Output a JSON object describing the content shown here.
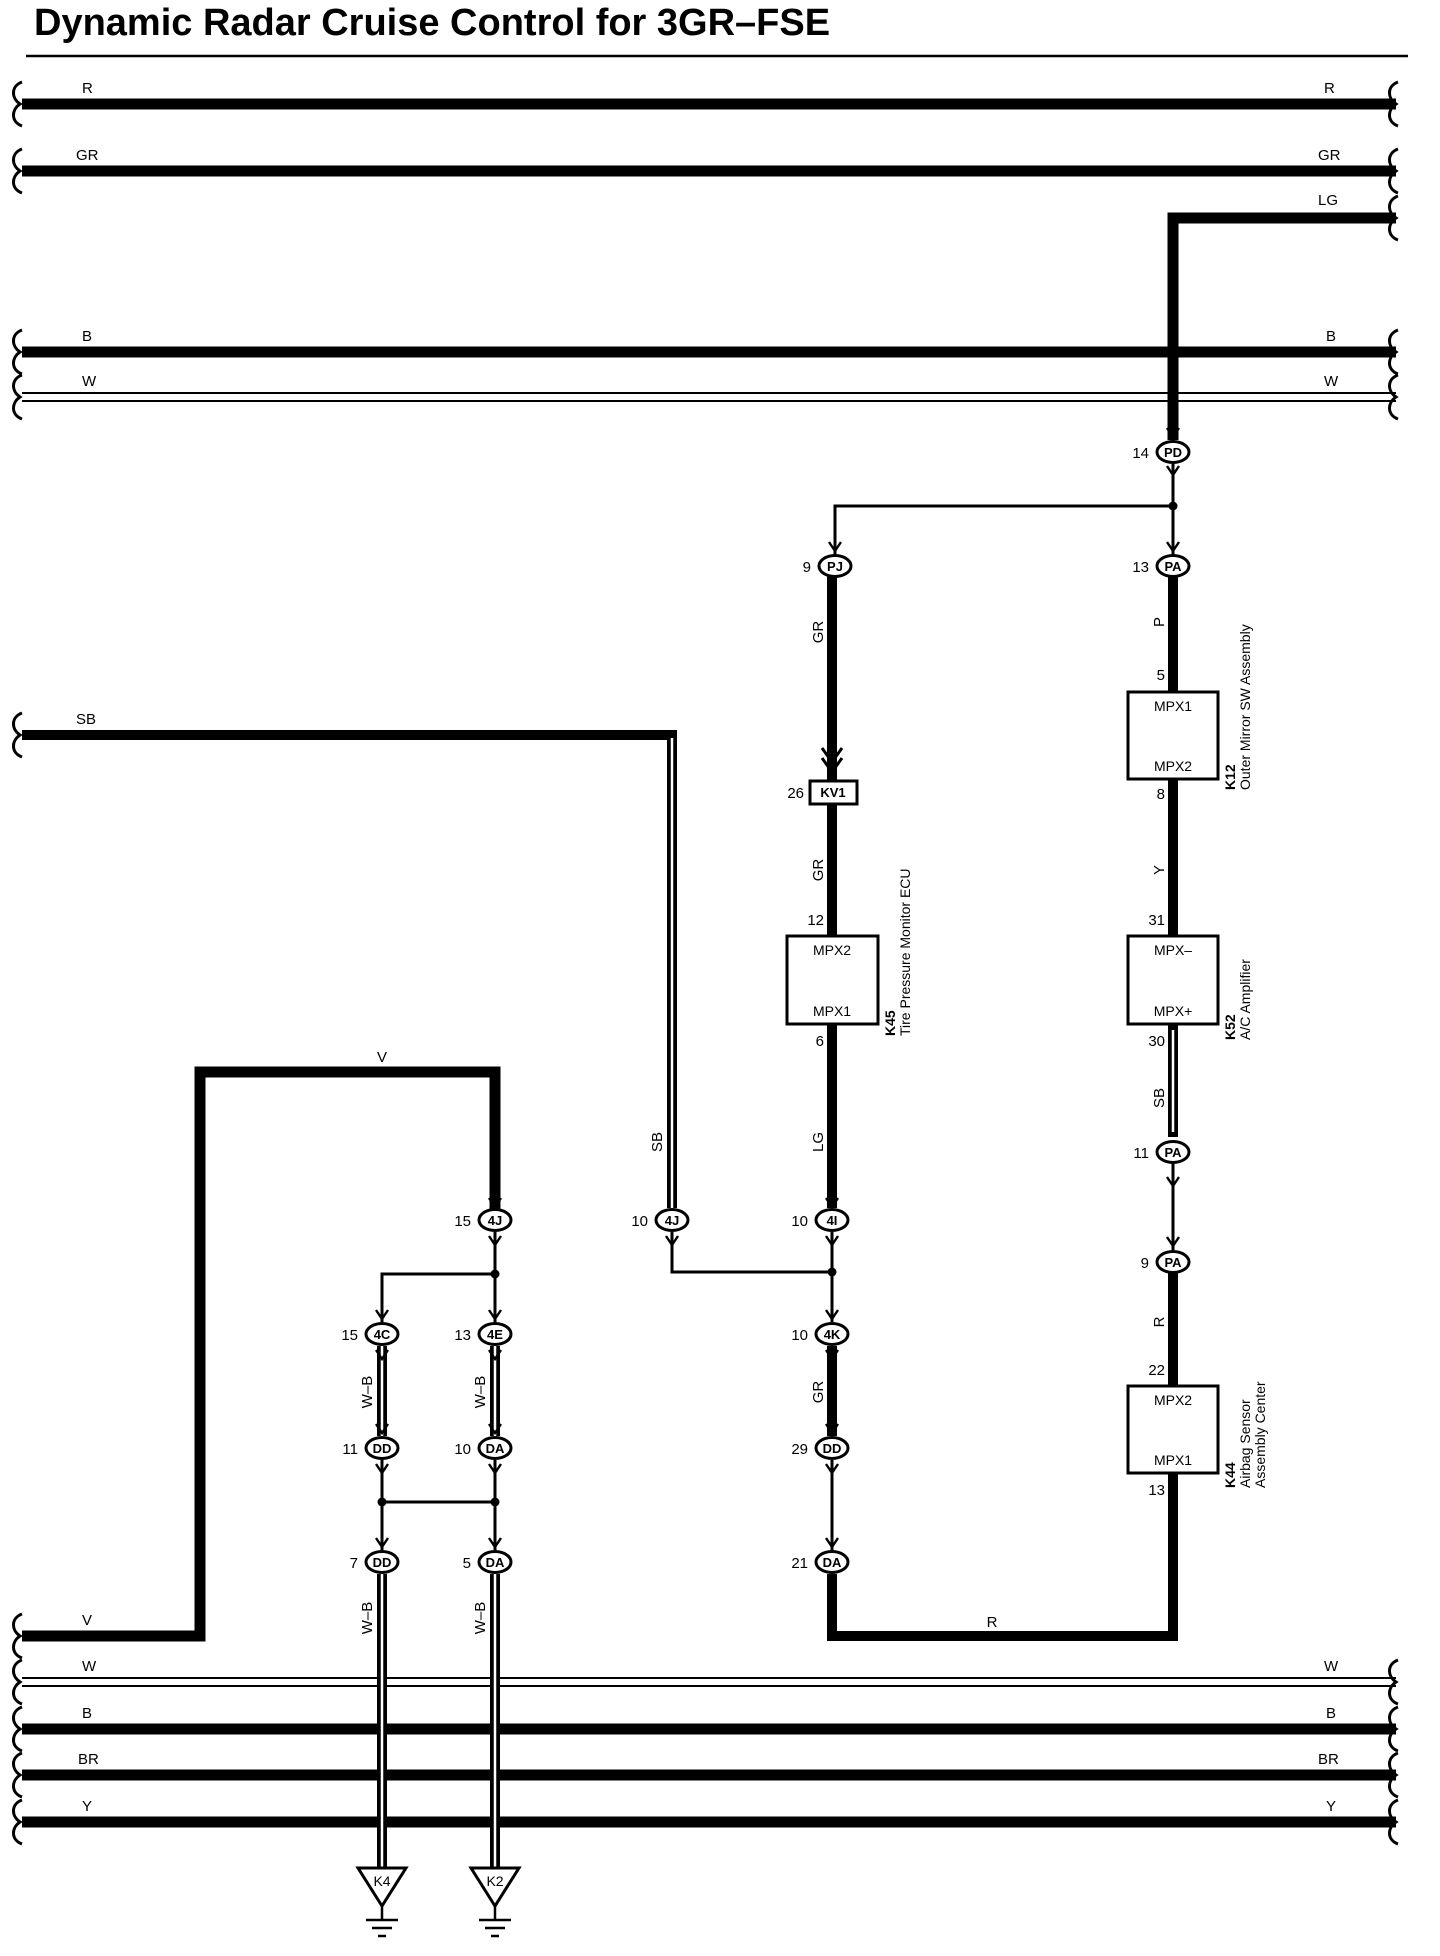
{
  "title": "Dynamic Radar Cruise Control for 3GR–FSE",
  "bus_top": {
    "R": "R",
    "GR": "GR",
    "LG": "LG",
    "B": "B",
    "W": "W"
  },
  "bus_bottom": {
    "V": "V",
    "W": "W",
    "B": "B",
    "BR": "BR",
    "Y": "Y"
  },
  "wires": {
    "sb_left": "SB",
    "sb_vertical": "SB",
    "v_top": "V",
    "gr_pj_kv1": "GR",
    "gr_kv1_k45": "GR",
    "lg_k45": "LG",
    "gr_4k": "GR",
    "p_k12": "P",
    "y_k12_k52": "Y",
    "sb_k52": "SB",
    "r_k44": "R",
    "r_bottom": "R",
    "wb_4c": "W–B",
    "wb_4e": "W–B",
    "wb_dd7": "W–B",
    "wb_da5": "W–B"
  },
  "connectors": {
    "pd": {
      "pin": "14",
      "id": "PD"
    },
    "pa13": {
      "pin": "13",
      "id": "PA"
    },
    "pj": {
      "pin": "9",
      "id": "PJ"
    },
    "kv1": {
      "pin": "26",
      "id": "KV1"
    },
    "pa11": {
      "pin": "11",
      "id": "PA"
    },
    "pa9": {
      "pin": "9",
      "id": "PA"
    },
    "j4_15": {
      "pin": "15",
      "id": "4J"
    },
    "j4_10": {
      "pin": "10",
      "id": "4J"
    },
    "i4": {
      "pin": "10",
      "id": "4I"
    },
    "k4": {
      "pin": "10",
      "id": "4K"
    },
    "dd29": {
      "pin": "29",
      "id": "DD"
    },
    "da21": {
      "pin": "21",
      "id": "DA"
    },
    "c4": {
      "pin": "15",
      "id": "4C"
    },
    "e4": {
      "pin": "13",
      "id": "4E"
    },
    "dd11": {
      "pin": "11",
      "id": "DD"
    },
    "da10": {
      "pin": "10",
      "id": "DA"
    },
    "dd7": {
      "pin": "7",
      "id": "DD"
    },
    "da5": {
      "pin": "5",
      "id": "DA"
    }
  },
  "components": {
    "k12": {
      "id": "K12",
      "name": "Outer Mirror SW Assembly",
      "top_label": "MPX1",
      "bottom_label": "MPX2",
      "pin_top": "5",
      "pin_bottom": "8"
    },
    "k52": {
      "id": "K52",
      "name": "A/C Amplifier",
      "top_label": "MPX–",
      "bottom_label": "MPX+",
      "pin_top": "31",
      "pin_bottom": "30"
    },
    "k45": {
      "id": "K45",
      "name": "Tire Pressure Monitor ECU",
      "top_label": "MPX2",
      "bottom_label": "MPX1",
      "pin_top": "12",
      "pin_bottom": "6"
    },
    "k44": {
      "id": "K44",
      "name_line1": "Airbag Sensor",
      "name_line2": "Assembly Center",
      "top_label": "MPX2",
      "bottom_label": "MPX1",
      "pin_top": "22",
      "pin_bottom": "13"
    }
  },
  "grounds": {
    "k4": "K4",
    "k2": "K2"
  }
}
